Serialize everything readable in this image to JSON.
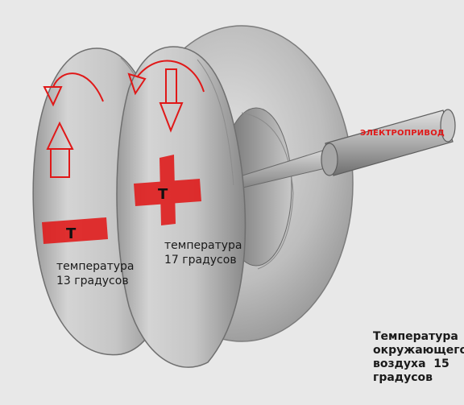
{
  "labels": {
    "drive": "ЭЛЕКТРОПРИВОД",
    "left_ring_mark": "Т",
    "right_ring_mark": "Т",
    "left_ring_temp_line1": "температура",
    "left_ring_temp_line2": "13 градусов",
    "right_ring_temp_line1": "температура",
    "right_ring_temp_line2": "17 градусов",
    "ambient_line1": "Температура",
    "ambient_line2": "окружающего",
    "ambient_line3": "воздуха  15",
    "ambient_line4": "градусов"
  },
  "colors": {
    "background": "#e8e8e8",
    "torus": "#c9c9c9",
    "annotation_red": "#e01818",
    "text": "#1a1a1a"
  }
}
